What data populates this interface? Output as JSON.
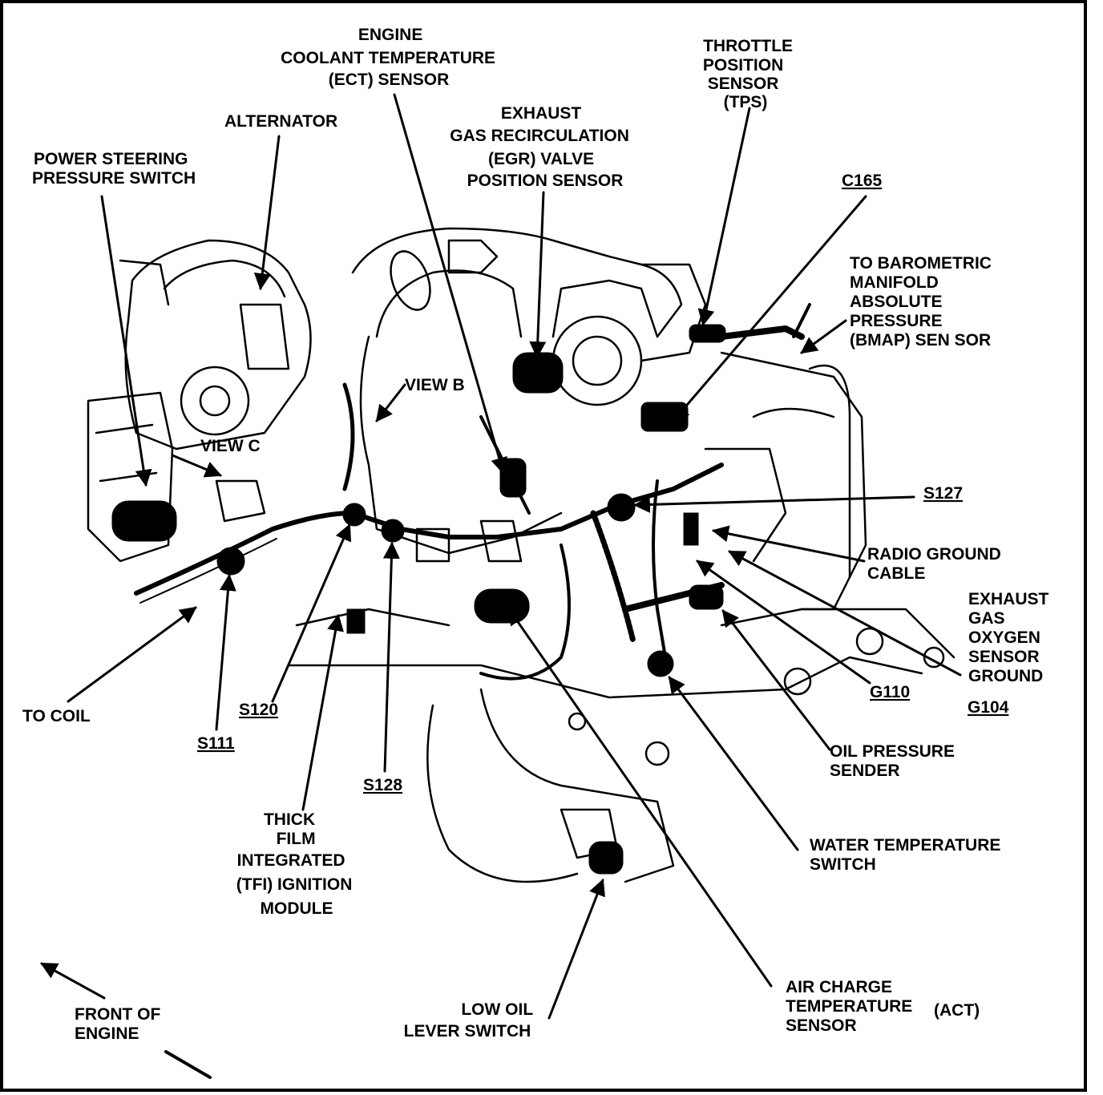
{
  "labels": {
    "ect": [
      "ENGINE",
      "COOLANT TEMPERATURE",
      "(ECT) SENSOR"
    ],
    "tps": [
      "THROTTLE",
      "POSITION",
      "SENSOR",
      "(TPS)"
    ],
    "alternator": "ALTERNATOR",
    "egr": [
      "EXHAUST",
      "GAS RECIRCULATION",
      "(EGR) VALVE",
      "POSITION SENSOR"
    ],
    "psps": [
      "POWER STEERING",
      "PRESSURE SWITCH"
    ],
    "c165": "C165",
    "bmap": [
      "TO BAROMETRIC",
      "MANIFOLD",
      "ABSOLUTE",
      "PRESSURE",
      "(BMAP) SEN SOR"
    ],
    "view_b": "VIEW B",
    "view_c": "VIEW C",
    "s127": "S127",
    "radio_ground": [
      "RADIO GROUND",
      "CABLE"
    ],
    "ego_ground": [
      "EXHAUST",
      "GAS",
      "OXYGEN",
      "SENSOR",
      "GROUND"
    ],
    "g110": "G110",
    "g104": "G104",
    "to_coil": "TO COIL",
    "s120": "S120",
    "s111": "S111",
    "s128": "S128",
    "oil_pressure": [
      "OIL PRESSURE",
      "SENDER"
    ],
    "tfi": [
      "THICK",
      "FILM",
      "INTEGRATED",
      "(TFI) IGNITION",
      "MODULE"
    ],
    "water_temp": [
      "WATER TEMPERATURE",
      "SWITCH"
    ],
    "act": [
      "AIR CHARGE",
      "TEMPERATURE",
      "SENSOR"
    ],
    "act_abbr": "(ACT)",
    "low_oil": [
      "LOW OIL",
      "LEVER SWITCH"
    ],
    "front": [
      "FRONT OF",
      "ENGINE"
    ]
  }
}
